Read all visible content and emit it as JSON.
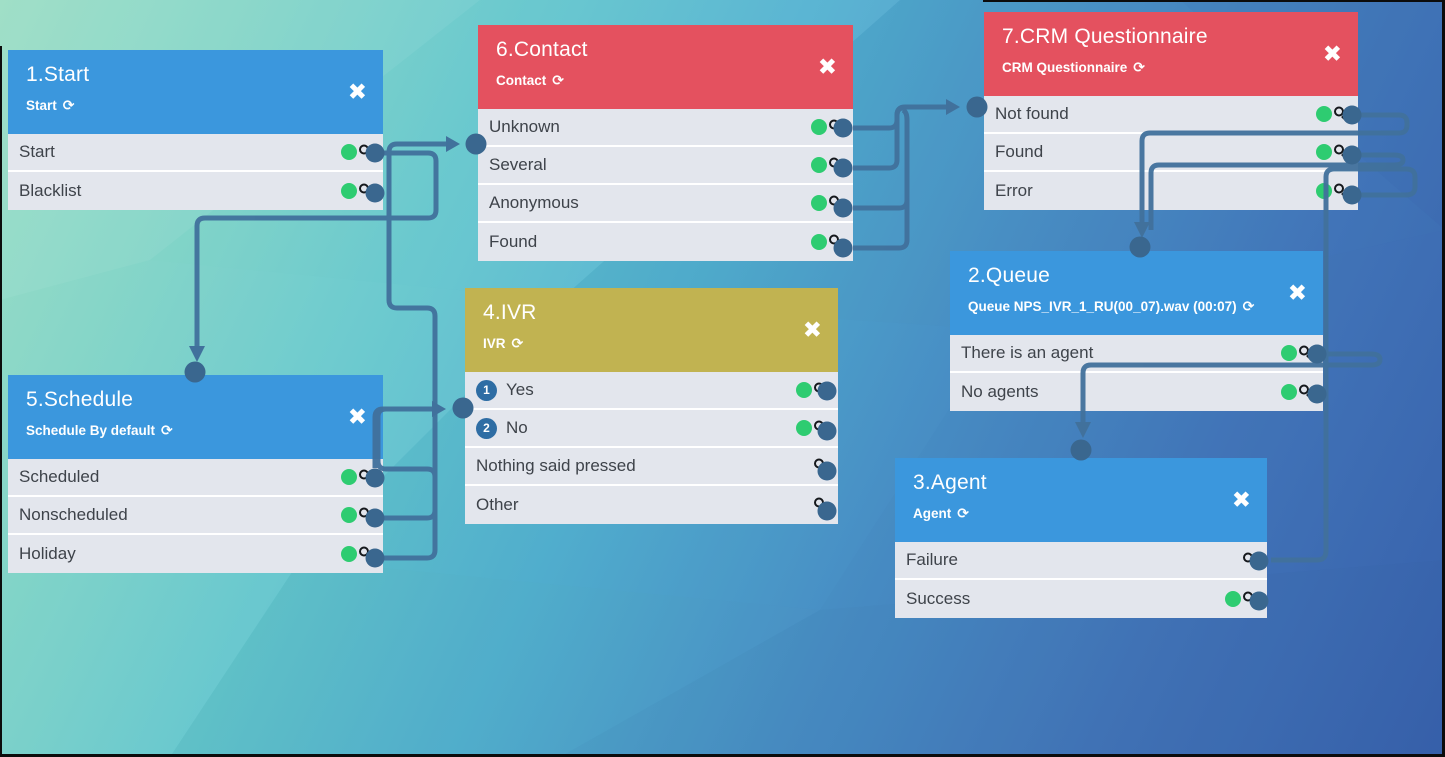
{
  "app": {
    "name": "Call flow builder canvas"
  },
  "icons": {
    "close": "✖",
    "refresh": "⟳"
  },
  "colors": {
    "header_blue": "#3b97dd",
    "header_red": "#e4515f",
    "header_olive": "#c1b351",
    "row_bg": "#e3e6ed",
    "success_dot": "#2ecc71",
    "connector": "#41719c",
    "endpoint": "#3a678f",
    "badge_blue": "#2e6da4"
  },
  "nodes": [
    {
      "id": "start",
      "title": "1.Start",
      "subtitle": "Start",
      "header_color": "#3b97dd",
      "rows": [
        {
          "label": "Start",
          "dot": true
        },
        {
          "label": "Blacklist",
          "dot": true
        }
      ]
    },
    {
      "id": "contact",
      "title": "6.Contact",
      "subtitle": "Contact",
      "header_color": "#e4515f",
      "rows": [
        {
          "label": "Unknown",
          "dot": true
        },
        {
          "label": "Several",
          "dot": true
        },
        {
          "label": "Anonymous",
          "dot": true
        },
        {
          "label": "Found",
          "dot": true
        }
      ]
    },
    {
      "id": "crm",
      "title": "7.CRM Questionnaire",
      "subtitle": "CRM Questionnaire",
      "header_color": "#e4515f",
      "rows": [
        {
          "label": "Not found",
          "dot": true
        },
        {
          "label": "Found",
          "dot": true
        },
        {
          "label": "Error",
          "dot": true
        }
      ]
    },
    {
      "id": "schedule",
      "title": "5.Schedule",
      "subtitle": "Schedule By default",
      "header_color": "#3b97dd",
      "rows": [
        {
          "label": "Scheduled",
          "dot": true
        },
        {
          "label": "Nonscheduled",
          "dot": true
        },
        {
          "label": "Holiday",
          "dot": true
        }
      ]
    },
    {
      "id": "ivr",
      "title": "4.IVR",
      "subtitle": "IVR",
      "header_color": "#c1b351",
      "rows": [
        {
          "label": "Yes",
          "dot": true,
          "badge": "1"
        },
        {
          "label": "No",
          "dot": true,
          "badge": "2"
        },
        {
          "label": "Nothing said pressed",
          "dot": false
        },
        {
          "label": "Other",
          "dot": false
        }
      ]
    },
    {
      "id": "queue",
      "title": "2.Queue",
      "subtitle": "Queue NPS_IVR_1_RU(00_07).wav (00:07)",
      "header_color": "#3b97dd",
      "rows": [
        {
          "label": "There is an agent",
          "dot": true
        },
        {
          "label": "No agents",
          "dot": true
        }
      ]
    },
    {
      "id": "agent",
      "title": "3.Agent",
      "subtitle": "Agent",
      "header_color": "#3b97dd",
      "rows": [
        {
          "label": "Failure",
          "dot": false
        },
        {
          "label": "Success",
          "dot": true
        }
      ]
    }
  ],
  "connections": [
    {
      "from": "1.Start — Start",
      "to": "5.Schedule"
    },
    {
      "from": "5.Schedule — Scheduled",
      "to": "4.IVR"
    },
    {
      "from": "5.Schedule — Nonscheduled",
      "to": "6.Contact"
    },
    {
      "from": "5.Schedule — Holiday",
      "to": "4.IVR"
    },
    {
      "from": "6.Contact — Unknown",
      "to": "7.CRM Questionnaire"
    },
    {
      "from": "6.Contact — Several",
      "to": "7.CRM Questionnaire"
    },
    {
      "from": "6.Contact — Anonymous",
      "to": "7.CRM Questionnaire"
    },
    {
      "from": "6.Contact — Found",
      "to": "7.CRM Questionnaire"
    },
    {
      "from": "7.CRM Questionnaire — Not found",
      "to": "2.Queue"
    },
    {
      "from": "7.CRM Questionnaire — Found",
      "to": "2.Queue"
    },
    {
      "from": "7.CRM Questionnaire — Error",
      "to": "3.Agent — Failure"
    },
    {
      "from": "2.Queue — There is an agent",
      "to": "3.Agent"
    }
  ]
}
